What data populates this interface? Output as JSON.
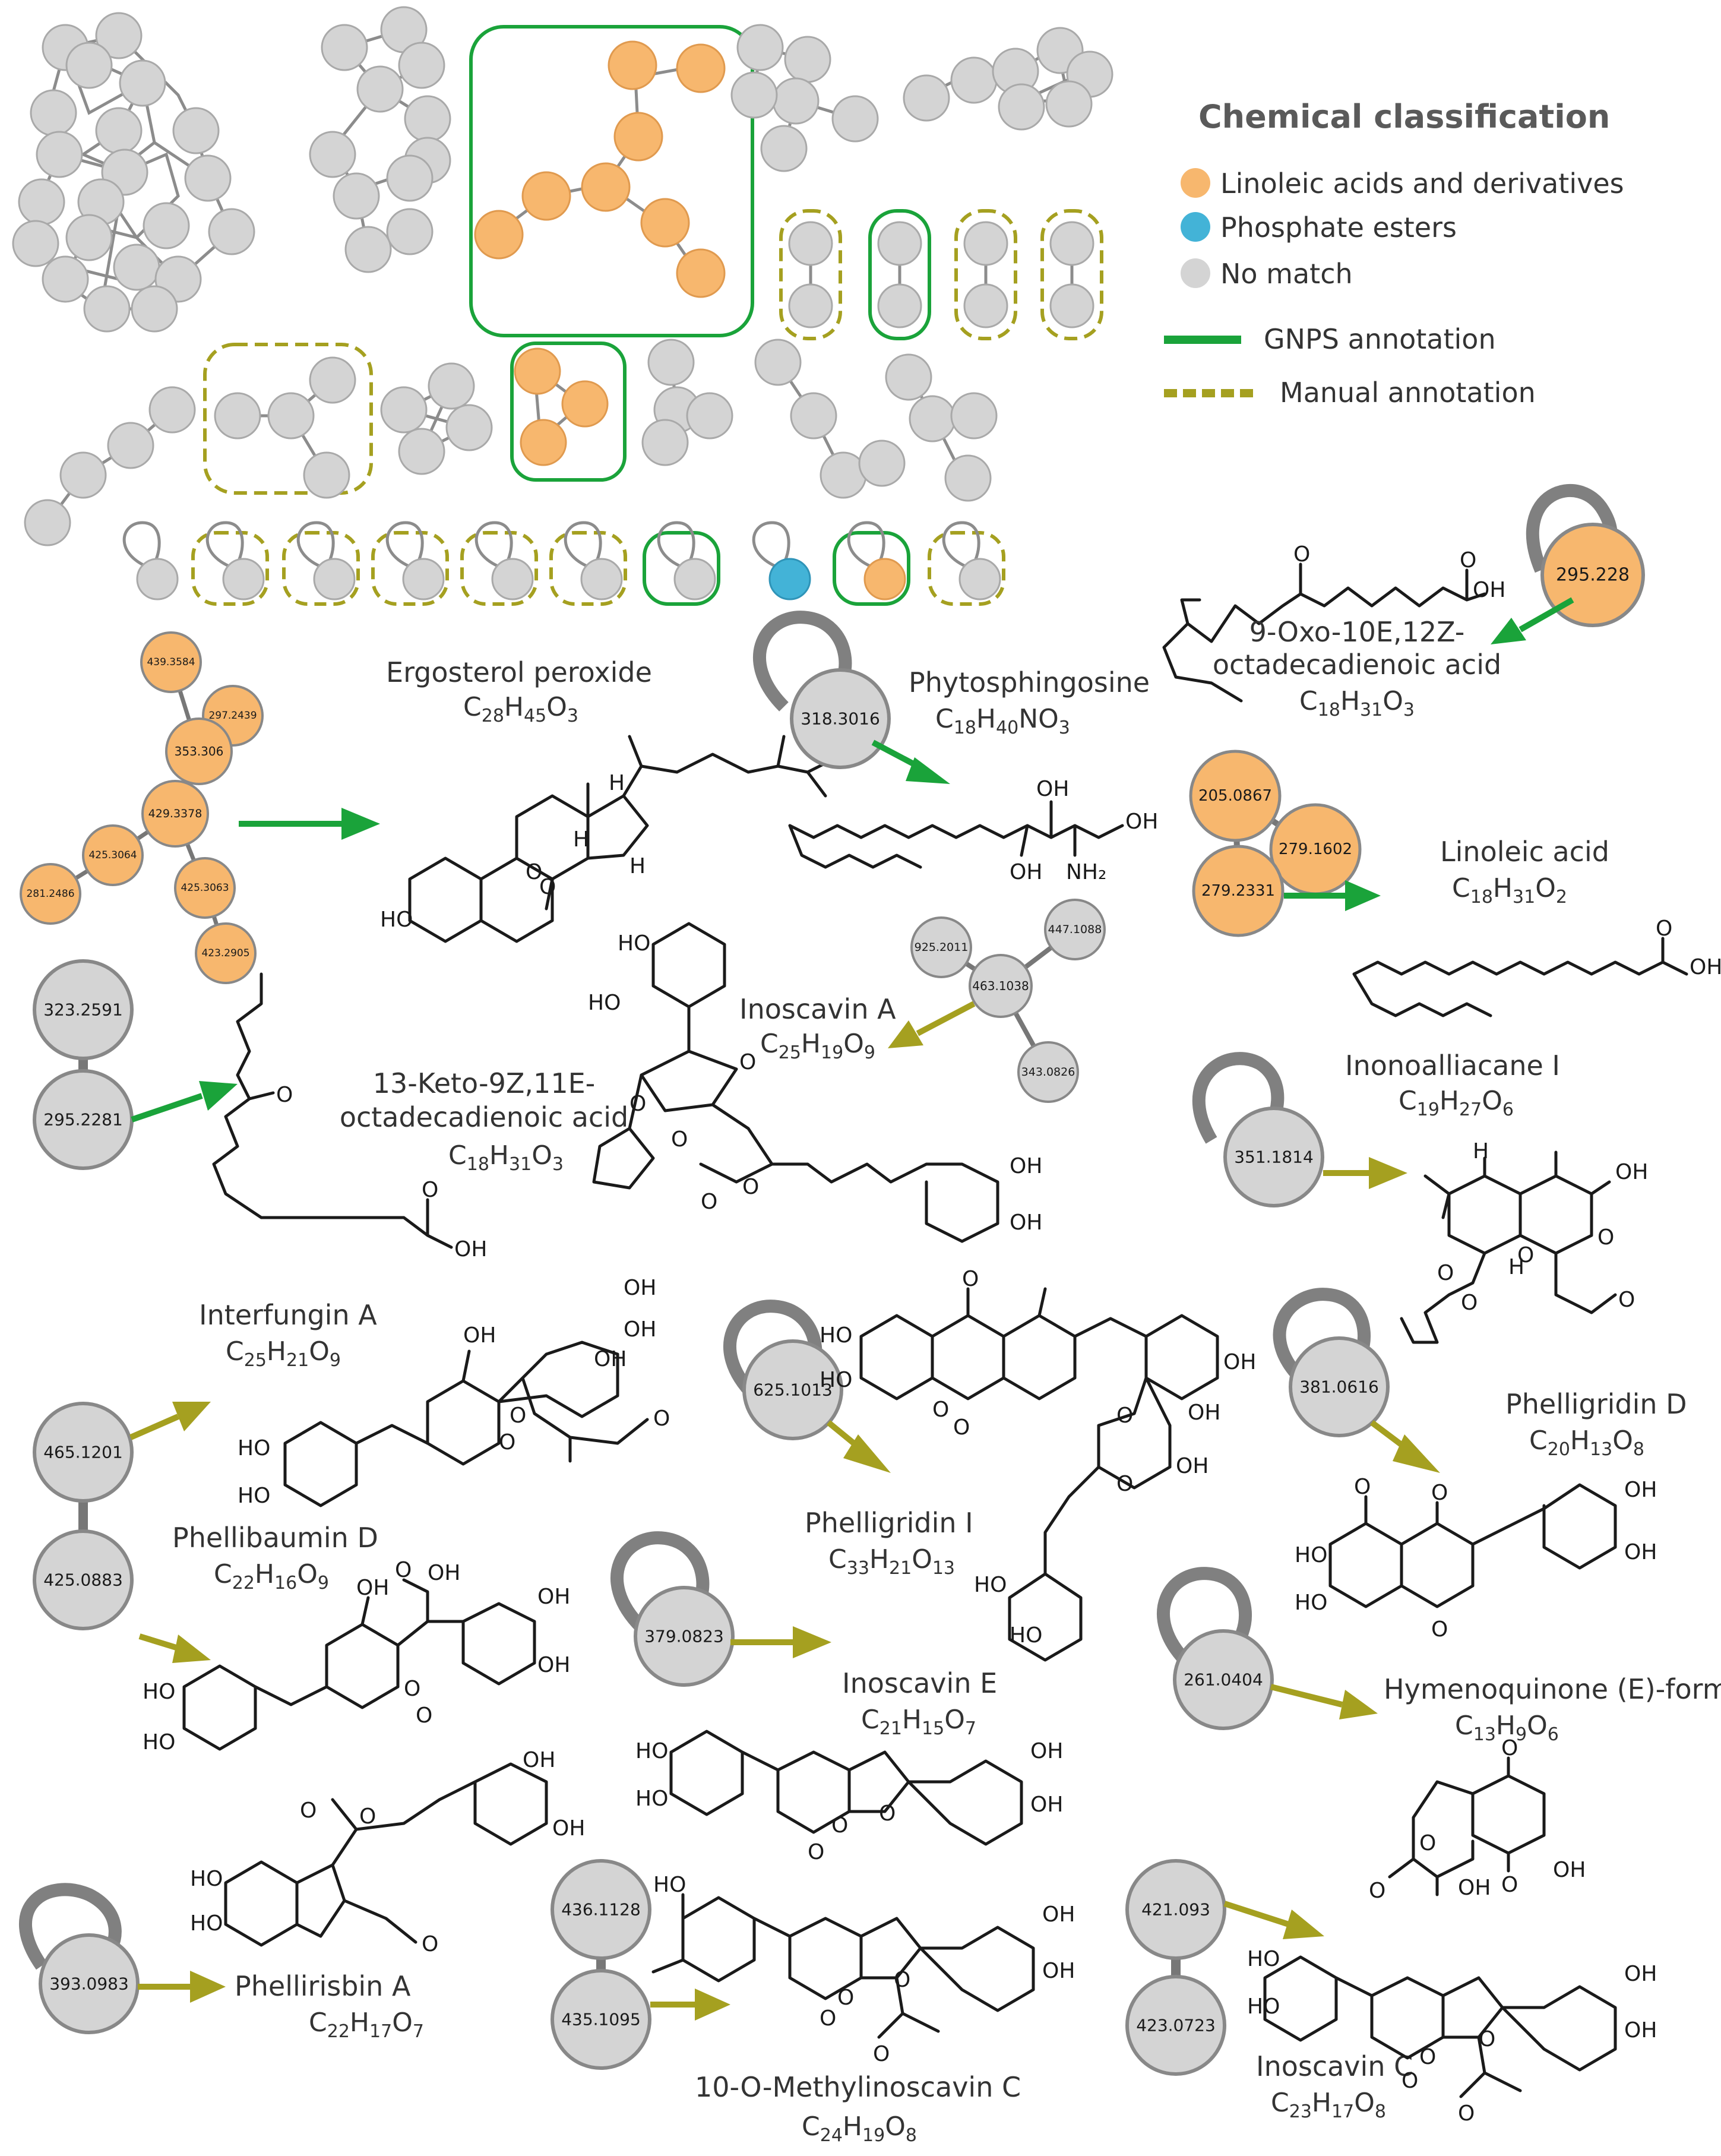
{
  "legend": {
    "title": "Chemical classification",
    "classes": [
      {
        "label": "Linoleic acids and derivatives",
        "color": "#f7b76e"
      },
      {
        "label": "Phosphate esters",
        "color": "#43b3d7"
      },
      {
        "label": "No match",
        "color": "#d4d4d4"
      }
    ],
    "annotations": [
      {
        "label": "GNPS annotation",
        "color": "#1aa33a",
        "style": "solid"
      },
      {
        "label": "Manual annotation",
        "color": "#a5a020",
        "style": "dashed"
      }
    ]
  },
  "compounds": [
    {
      "name": "Ergosterol peroxide",
      "formula": "C28H45O3"
    },
    {
      "name": "Phytosphingosine",
      "formula": "C18H40NO3"
    },
    {
      "name": "9-Oxo-10E,12Z-",
      "name2": "octadecadienoic acid",
      "formula": "C18H31O3"
    },
    {
      "name": "Linoleic acid",
      "formula": "C18H31O2"
    },
    {
      "name": "Inoscavin A",
      "formula": "C25H19O9"
    },
    {
      "name": "13-Keto-9Z,11E-",
      "name2": "octadecadienoic acid",
      "formula": "C18H31O3"
    },
    {
      "name": "Inonoalliacane I",
      "formula": "C19H27O6"
    },
    {
      "name": "Interfungin A",
      "formula": "C25H21O9"
    },
    {
      "name": "Phellibaumin D",
      "formula": "C22H16O9"
    },
    {
      "name": "Phelligridin I",
      "formula": "C33H21O13"
    },
    {
      "name": "Phelligridin D",
      "formula": "C20H13O8"
    },
    {
      "name": "Inoscavin E",
      "formula": "C21H15O7"
    },
    {
      "name": "Hymenoquinone (E)-form",
      "formula": "C13H9O6"
    },
    {
      "name": "Phellirisbin A",
      "formula": "C22H17O7"
    },
    {
      "name": "10-O-Methylinoscavin C",
      "formula": "C24H19O8"
    },
    {
      "name": "Inoscavin C",
      "formula": "C23H17O8"
    }
  ],
  "node_labels": {
    "n295_228": "295.228",
    "n439": "439.3584",
    "n297": "297.2439",
    "n353": "353.306",
    "n429": "429.3378",
    "n425a": "425.3064",
    "n425b": "425.3063",
    "n281": "281.2486",
    "n423": "423.2905",
    "n318": "318.3016",
    "n205": "205.0867",
    "n279a": "279.1602",
    "n279b": "279.2331",
    "n925": "925.2011",
    "n447": "447.1088",
    "n463": "463.1038",
    "n343": "343.0826",
    "n323": "323.2591",
    "n295_2281": "295.2281",
    "n351": "351.1814",
    "n465": "465.1201",
    "n425_0883": "425.0883",
    "n625": "625.1013",
    "n381": "381.0616",
    "n379": "379.0823",
    "n261": "261.0404",
    "n393": "393.0983",
    "n436": "436.1128",
    "n435": "435.1095",
    "n421": "421.093",
    "n423_0723": "423.0723"
  },
  "atoms": {
    "O": "O",
    "OH": "OH",
    "HO": "HO",
    "H": "H",
    "NH2": "NH₂"
  }
}
